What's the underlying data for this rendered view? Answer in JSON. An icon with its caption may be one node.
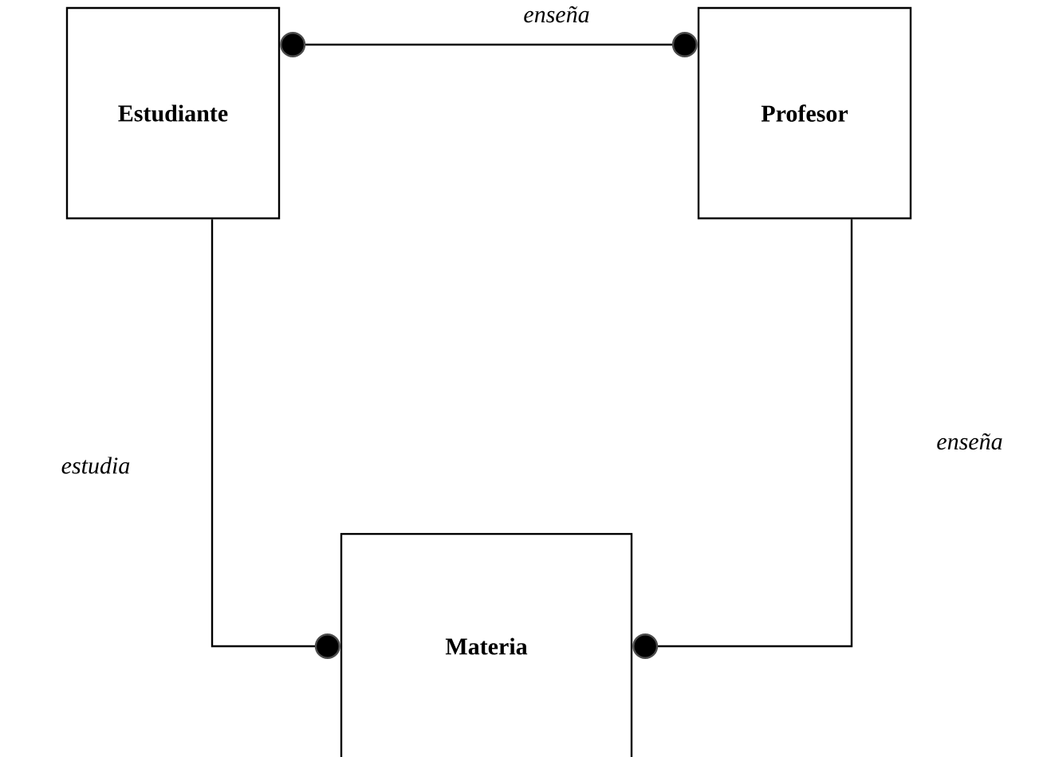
{
  "diagram": {
    "nodes": [
      {
        "text": [
          "Estudiante"
        ]
      },
      {
        "text": [
          "Profesor"
        ]
      },
      {
        "text": [
          "Materia"
        ]
      }
    ],
    "edges": [
      {
        "from": 0,
        "to": 1,
        "arrow": "other",
        "label": "enseña"
      },
      {
        "from": 0,
        "to": 2,
        "arrow": "other",
        "label": "estudia"
      },
      {
        "from": 1,
        "to": 2,
        "arrow": "other",
        "label": "enseña"
      }
    ]
  }
}
